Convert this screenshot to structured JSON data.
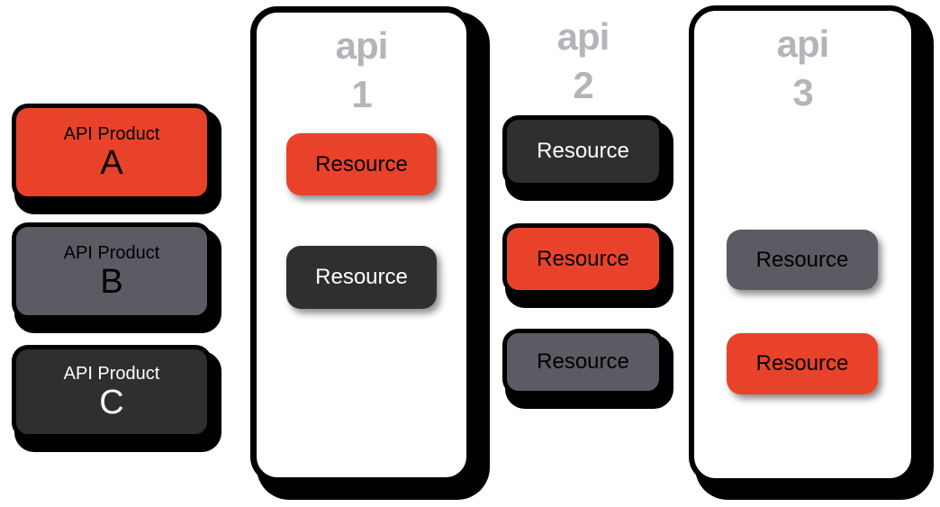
{
  "products": [
    {
      "label": "API Product",
      "letter": "A",
      "variant": "red"
    },
    {
      "label": "API Product",
      "letter": "B",
      "variant": "gray"
    },
    {
      "label": "API Product",
      "letter": "C",
      "variant": "dark"
    }
  ],
  "apis": [
    {
      "label": "api",
      "number": "1",
      "has_panel": true,
      "resources": [
        {
          "label": "Resource",
          "variant": "red"
        },
        {
          "label": "Resource",
          "variant": "dark"
        }
      ]
    },
    {
      "label": "api",
      "number": "2",
      "has_panel": false,
      "resources": [
        {
          "label": "Resource",
          "variant": "dark"
        },
        {
          "label": "Resource",
          "variant": "red"
        },
        {
          "label": "Resource",
          "variant": "gray"
        }
      ]
    },
    {
      "label": "api",
      "number": "3",
      "has_panel": true,
      "resources": [
        {
          "label": "Resource",
          "variant": "gray"
        },
        {
          "label": "Resource",
          "variant": "red"
        }
      ]
    }
  ],
  "colors": {
    "accent_red": "#e8432a",
    "dark_charcoal": "#2f2f31",
    "medium_gray": "#5b5b63",
    "heading_gray": "#b3b5b9",
    "outline_black": "#000000",
    "panel_white": "#ffffff"
  }
}
